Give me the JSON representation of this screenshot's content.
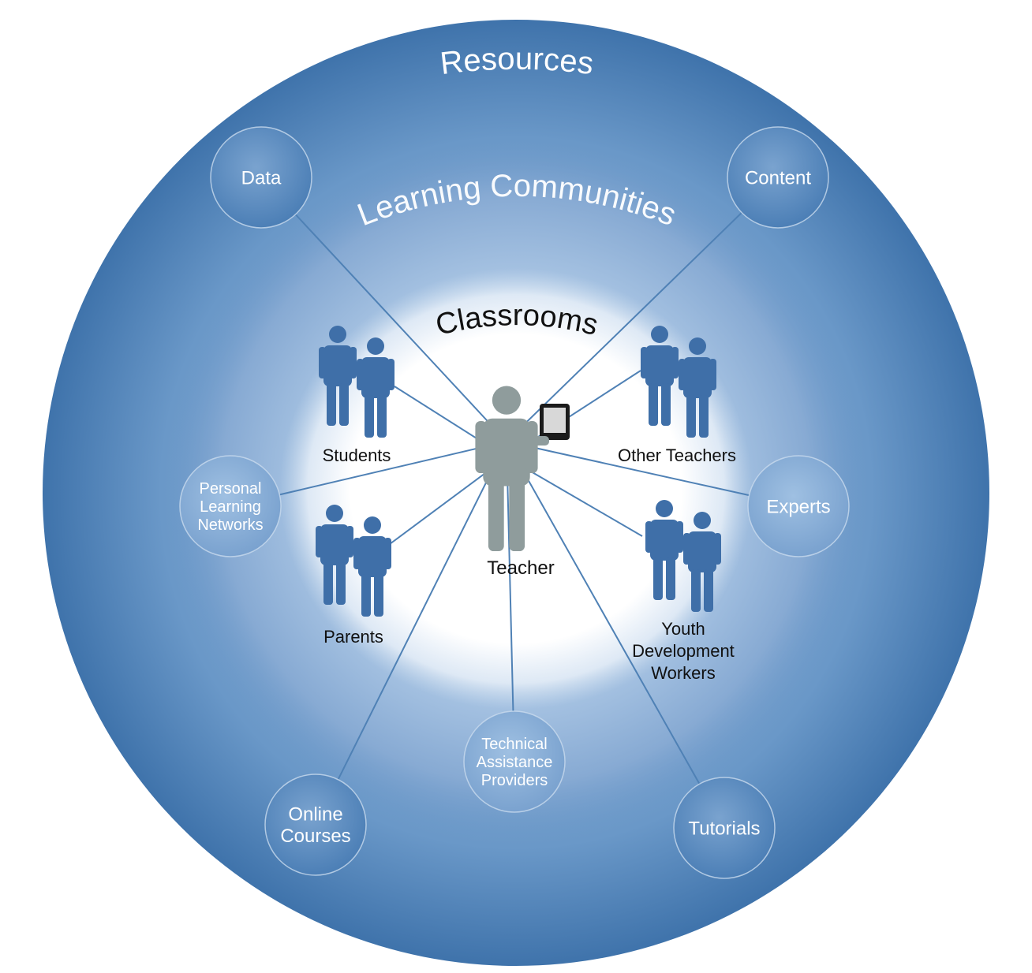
{
  "colors": {
    "outer_ring": "#4f81b5",
    "mid_ring": "#8fb2d6",
    "inner_glow": "#ffffff",
    "person": "#3f6fa8",
    "teacher": "#8f9c9c",
    "connector": "#4f81b5",
    "bubble_fill": "#5b8cc0"
  },
  "rings": {
    "resources": "Resources",
    "learning_communities": "Learning Communities",
    "classrooms": "Classrooms"
  },
  "center": {
    "teacher_label": "Teacher",
    "device_icon": "tablet-icon"
  },
  "groups": [
    {
      "id": "students",
      "label": "Students"
    },
    {
      "id": "other-teachers",
      "label": "Other Teachers"
    },
    {
      "id": "parents",
      "label": "Parents"
    },
    {
      "id": "youth-workers",
      "label_lines": [
        "Youth",
        "Development",
        "Workers"
      ]
    }
  ],
  "resources": [
    {
      "id": "data",
      "lines": [
        "Data"
      ]
    },
    {
      "id": "content",
      "lines": [
        "Content"
      ]
    },
    {
      "id": "experts",
      "lines": [
        "Experts"
      ]
    },
    {
      "id": "personal-learning-networks",
      "lines": [
        "Personal",
        "Learning",
        "Networks"
      ]
    },
    {
      "id": "technical-assistance-providers",
      "lines": [
        "Technical",
        "Assistance",
        "Providers"
      ]
    },
    {
      "id": "online-courses",
      "lines": [
        "Online",
        "Courses"
      ]
    },
    {
      "id": "tutorials",
      "lines": [
        "Tutorials"
      ]
    }
  ]
}
